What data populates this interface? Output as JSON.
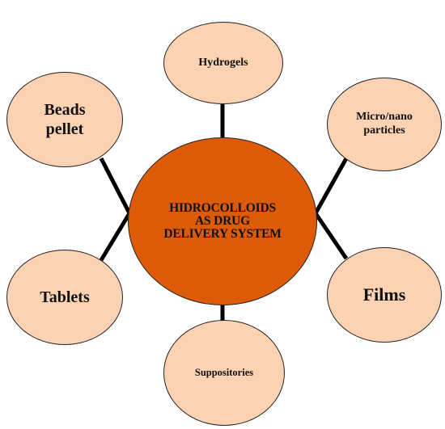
{
  "colors": {
    "center_fill": "#dc5a08",
    "node_fill": "#fcd2b3",
    "connector": "#000000"
  },
  "center": {
    "label": "HIDROCOLLOIDS\nAS DRUG\nDELIVERY SYSTEM"
  },
  "nodes": {
    "hydrogels": "Hydrogels",
    "beads_pellet": "Beads\npellet",
    "micro_nano_particles": "Micro/nano\nparticles",
    "tablets": "Tablets",
    "films": "Films",
    "suppositories": "Suppositories"
  }
}
